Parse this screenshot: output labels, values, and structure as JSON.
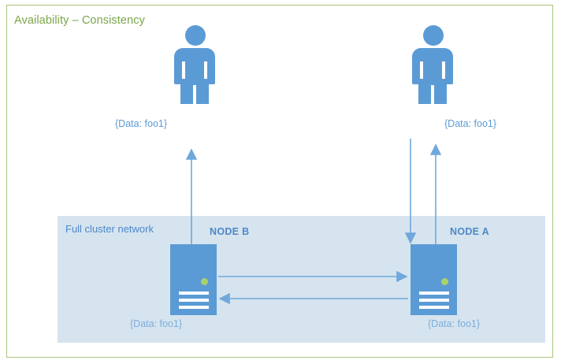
{
  "diagram": {
    "title": "Availability – Consistency",
    "title_color": "#7BA549",
    "border_color": "#A9C47F",
    "background": "#FFFFFF"
  },
  "cluster": {
    "label": "Full cluster network",
    "fill": "#D6E4EF",
    "label_color": "#4E87C7"
  },
  "nodes": [
    {
      "id": "node-b",
      "title": "NODE B",
      "data_label": "{Data: foo1}",
      "led_color": "#A9D26E",
      "fill": "#5B9BD5"
    },
    {
      "id": "node-a",
      "title": "NODE A",
      "data_label": "{Data: foo1}",
      "led_color": "#A9D26E",
      "fill": "#5B9BD5"
    }
  ],
  "clients": [
    {
      "id": "client-left",
      "data_label": "{Data: foo1}",
      "color": "#5B9BD5"
    },
    {
      "id": "client-right",
      "data_label": "{Data: foo1}",
      "color": "#5B9BD5"
    }
  ],
  "connectors": {
    "color": "#6FA8DC",
    "items": [
      {
        "name": "node-b-to-client-left-read",
        "direction": "up"
      },
      {
        "name": "client-right-to-node-a-write",
        "direction": "down"
      },
      {
        "name": "node-a-to-client-right-read",
        "direction": "up"
      },
      {
        "name": "node-b-to-node-a-replication",
        "direction": "right"
      },
      {
        "name": "node-a-to-node-b-replication",
        "direction": "left"
      }
    ]
  }
}
